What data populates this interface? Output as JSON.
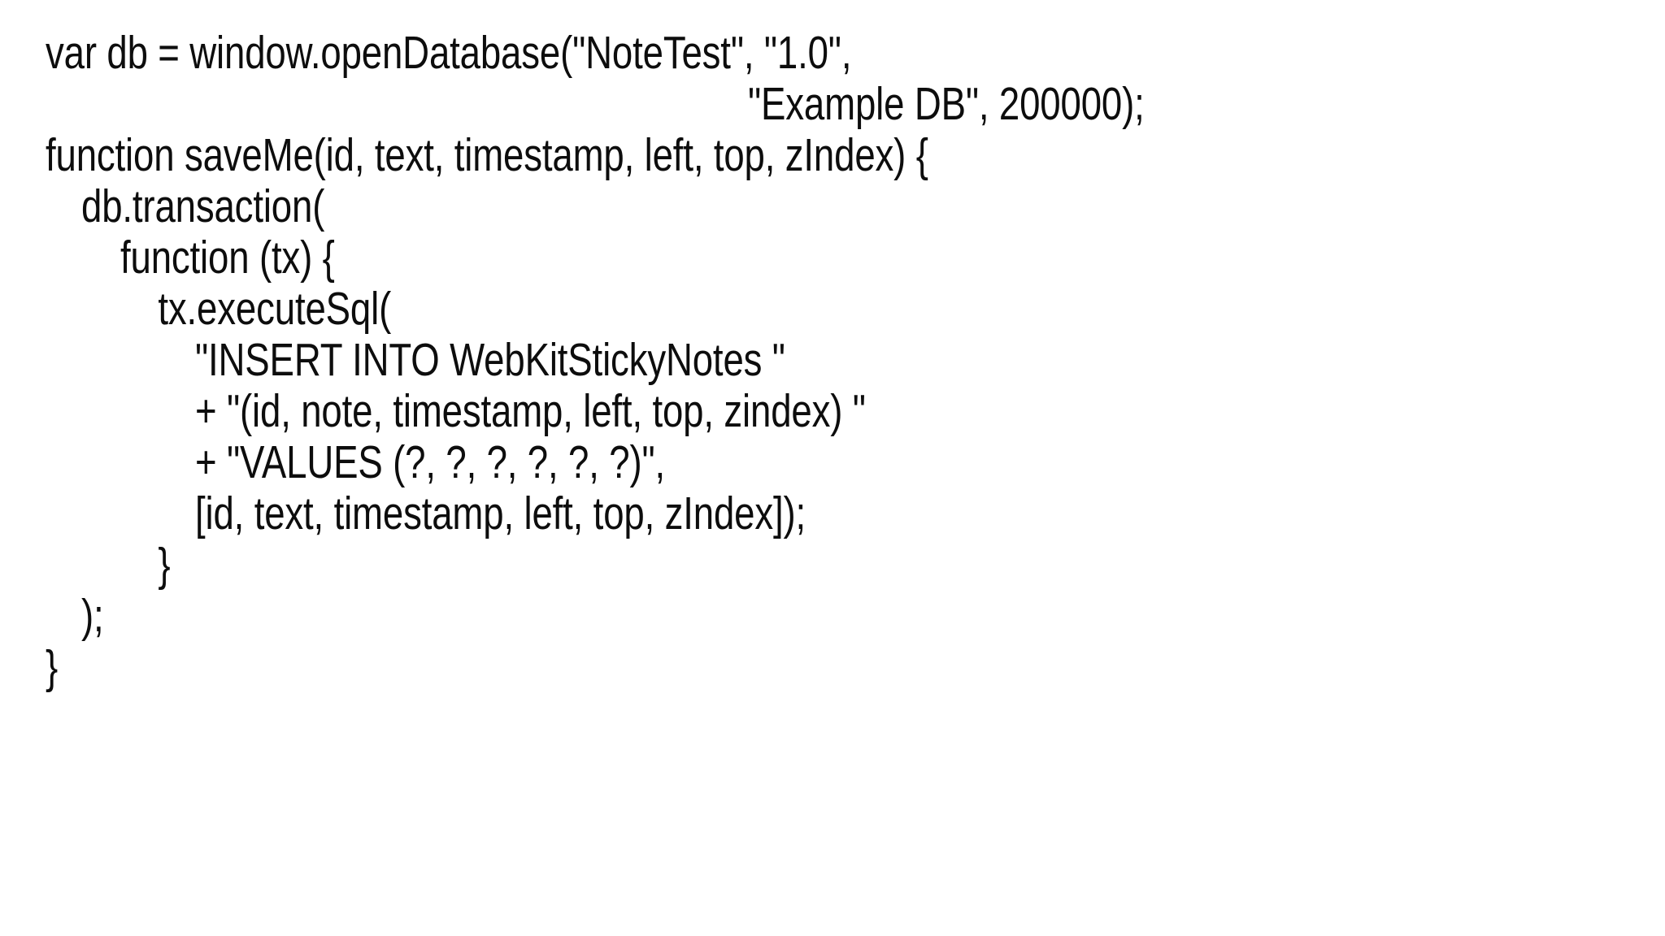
{
  "page": {
    "background_color": "#ffffff",
    "text_color": "#0d0d0d",
    "kind": "code-listing",
    "language": "javascript"
  },
  "code": {
    "lines": [
      {
        "indent": "i0",
        "text": "var db = window.openDatabase(\"NoteTest\", \"1.0\","
      },
      {
        "indent": "i5",
        "text": "\"Example DB\", 200000);"
      },
      {
        "indent": "i0",
        "text": "function saveMe(id, text, timestamp, left, top, zIndex) {"
      },
      {
        "indent": "i1",
        "text": "db.transaction("
      },
      {
        "indent": "i2",
        "text": "function (tx) {"
      },
      {
        "indent": "i3",
        "text": "tx.executeSql("
      },
      {
        "indent": "i4",
        "text": "\"INSERT INTO WebKitStickyNotes \""
      },
      {
        "indent": "i4",
        "text": "+ \"(id, note, timestamp, left, top, zindex) \""
      },
      {
        "indent": "i4",
        "text": "+ \"VALUES (?, ?, ?, ?, ?, ?)\","
      },
      {
        "indent": "i4",
        "text": "[id, text, timestamp, left, top, zIndex]);"
      },
      {
        "indent": "i-close-1",
        "text": "}"
      },
      {
        "indent": "i-close-2",
        "text": ");"
      },
      {
        "indent": "i-close-3",
        "text": "}"
      }
    ]
  }
}
